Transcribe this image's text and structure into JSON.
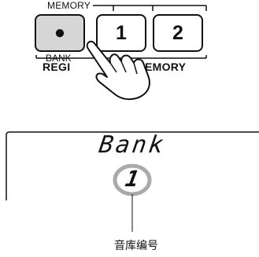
{
  "panel": {
    "memory_label": "MEMORY",
    "bank_button_symbol": "●",
    "button_1_label": "1",
    "button_2_label": "2",
    "bank_label": "BANK",
    "region_label_left": "REGI",
    "region_label_right": "EMORY"
  },
  "display": {
    "name": "Bank",
    "value": "1"
  },
  "caption": "音库编号",
  "icons": {
    "hand": "pointing-hand-icon"
  }
}
